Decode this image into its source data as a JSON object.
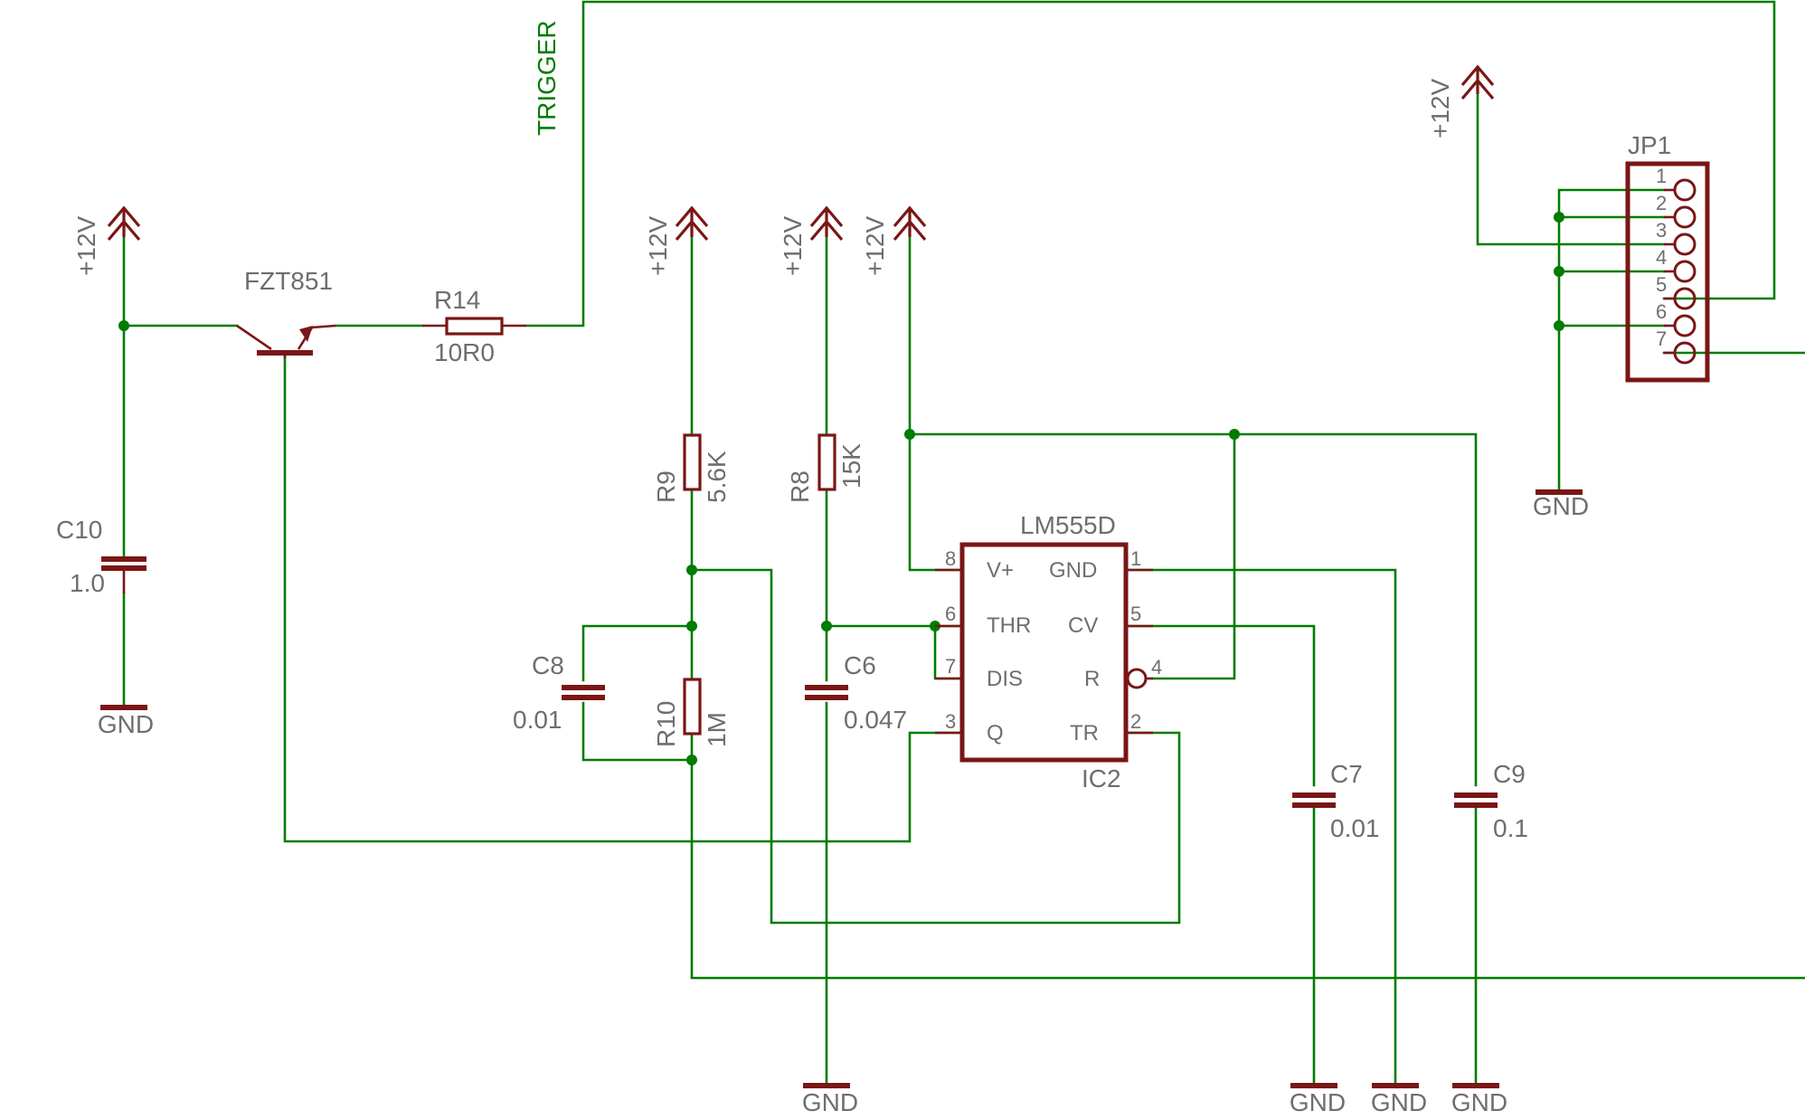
{
  "net_labels": {
    "trigger": "TRIGGER"
  },
  "supply": {
    "label": "+12V"
  },
  "ground": {
    "label": "GND"
  },
  "transistor": {
    "name": "FZT851"
  },
  "resistors": {
    "r14": {
      "name": "R14",
      "value": "10R0"
    },
    "r9": {
      "name": "R9",
      "value": "5.6K"
    },
    "r8": {
      "name": "R8",
      "value": "15K"
    },
    "r10": {
      "name": "R10",
      "value": "1M"
    }
  },
  "capacitors": {
    "c10": {
      "name": "C10",
      "value": "1.0"
    },
    "c8": {
      "name": "C8",
      "value": "0.01"
    },
    "c6": {
      "name": "C6",
      "value": "0.047"
    },
    "c7": {
      "name": "C7",
      "value": "0.01"
    },
    "c9": {
      "name": "C9",
      "value": "0.1"
    }
  },
  "ic": {
    "part": "LM555D",
    "ref": "IC2",
    "pins": {
      "p8": {
        "num": "8",
        "name": "V+"
      },
      "p6": {
        "num": "6",
        "name": "THR"
      },
      "p7": {
        "num": "7",
        "name": "DIS"
      },
      "p3": {
        "num": "3",
        "name": "Q"
      },
      "p1": {
        "num": "1",
        "name": "GND"
      },
      "p5": {
        "num": "5",
        "name": "CV"
      },
      "p4": {
        "num": "4",
        "name": "R"
      },
      "p2": {
        "num": "2",
        "name": "TR"
      }
    }
  },
  "connector": {
    "name": "JP1",
    "pins": [
      "1",
      "2",
      "3",
      "4",
      "5",
      "6",
      "7"
    ]
  },
  "colors": {
    "wire": "#007c00",
    "component": "#7a1616",
    "label": "#6e6e6e"
  }
}
